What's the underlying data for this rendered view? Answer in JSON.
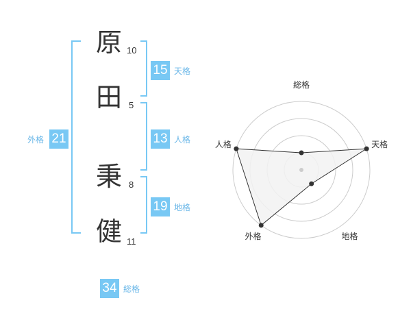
{
  "name": {
    "characters": [
      {
        "char": "原",
        "strokes": "10"
      },
      {
        "char": "田",
        "strokes": "5"
      },
      {
        "char": "秉",
        "strokes": "8"
      },
      {
        "char": "健",
        "strokes": "11"
      }
    ]
  },
  "kaku": {
    "tenkaku": {
      "value": "15",
      "label": "天格"
    },
    "jinkaku": {
      "value": "13",
      "label": "人格"
    },
    "chikaku": {
      "value": "19",
      "label": "地格"
    },
    "gaikaku": {
      "value": "21",
      "label": "外格"
    },
    "soukaku": {
      "value": "34",
      "label": "総格"
    }
  },
  "chart_data": {
    "type": "radar",
    "axes": [
      "総格",
      "天格",
      "地格",
      "外格",
      "人格"
    ],
    "values": [
      1,
      4,
      1,
      4,
      4
    ],
    "range": [
      0,
      4
    ],
    "rings": 4,
    "grid": true,
    "colors": {
      "fill": "#f2f2f2",
      "line": "#333333",
      "ring": "#cccccc",
      "point": "#333333"
    }
  },
  "colors": {
    "accent": "#78c8f4",
    "accent_text": "#6ab7e8",
    "bracket": "#78c8f4"
  }
}
